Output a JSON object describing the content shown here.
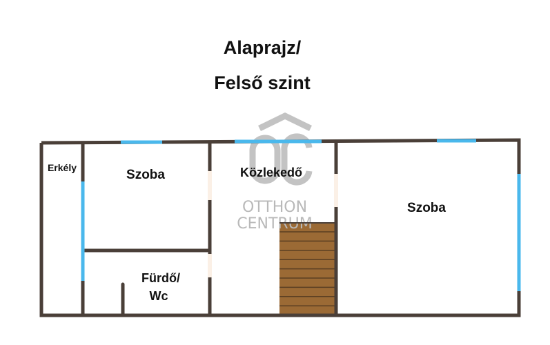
{
  "title": {
    "line1": "Alaprajz/",
    "line2": "Felső szint"
  },
  "watermark": {
    "logo": "OC",
    "line1": "OTTHON",
    "line2": "CENTRUM"
  },
  "rooms": {
    "balcony": "Erkély",
    "room_left": "Szoba",
    "hallway": "Közlekedő",
    "bath_line1": "Fürdő/",
    "bath_line2": "Wc",
    "room_right": "Szoba"
  },
  "colors": {
    "wall": "#4a3f38",
    "window": "#4ab8ec",
    "door": "#fbf0e6",
    "stairs": "#9b6a35"
  }
}
